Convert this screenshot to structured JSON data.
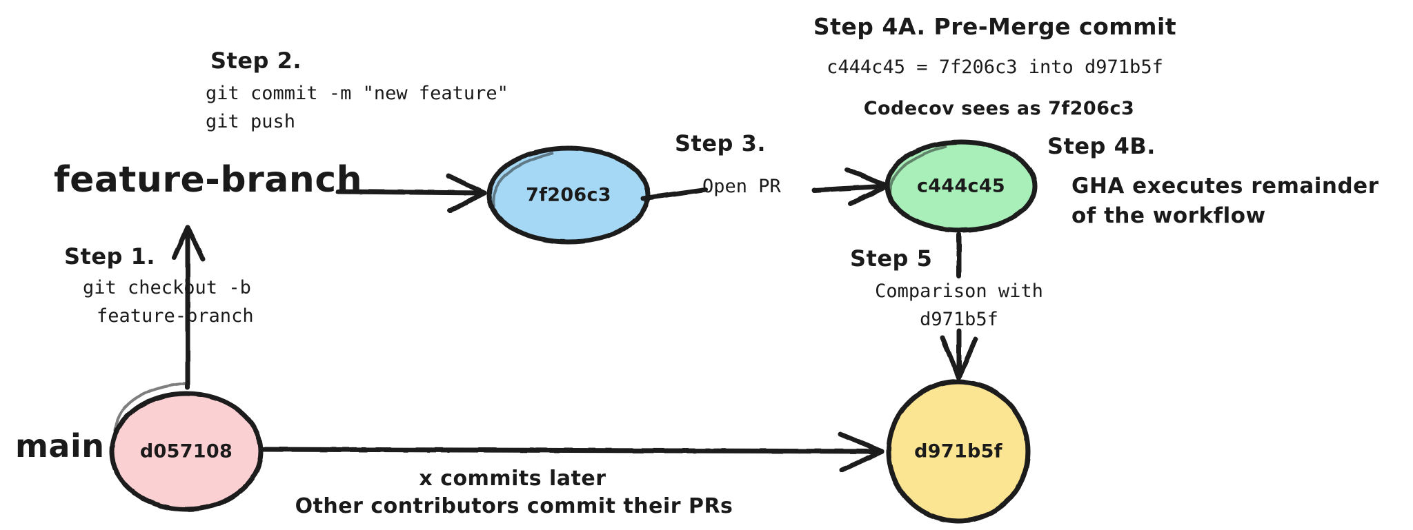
{
  "diagram": {
    "title_visible": false,
    "type": "git-branch-flow",
    "background": "#ffffff",
    "ink_color": "#1a1a1a"
  },
  "branches": {
    "feature": {
      "label": "feature-branch"
    },
    "main": {
      "label": "main"
    }
  },
  "nodes": [
    {
      "id": "d057108",
      "label": "d057108",
      "fill": "#fbd0d3",
      "stroke": "#1a1a1a",
      "shape": "ellipse",
      "branch": "main"
    },
    {
      "id": "7f206c3",
      "label": "7f206c3",
      "fill": "#a5d8f5",
      "stroke": "#1a1a1a",
      "shape": "ellipse",
      "branch": "feature"
    },
    {
      "id": "c444c45",
      "label": "c444c45",
      "fill": "#a9efb9",
      "stroke": "#1a1a1a",
      "shape": "ellipse",
      "branch": "merge"
    },
    {
      "id": "d971b5f",
      "label": "d971b5f",
      "fill": "#fbe492",
      "stroke": "#1a1a1a",
      "shape": "circle",
      "branch": "main"
    }
  ],
  "steps": [
    {
      "id": "step1",
      "heading": "Step 1.",
      "lines": [
        "git checkout -b",
        "feature-branch"
      ],
      "line_style": "mono"
    },
    {
      "id": "step2",
      "heading": "Step 2.",
      "lines": [
        "git commit -m \"new feature\"",
        "git push"
      ],
      "line_style": "mono"
    },
    {
      "id": "step3",
      "heading": "Step 3.",
      "lines": [
        "Open PR"
      ],
      "line_style": "mono"
    },
    {
      "id": "step4a",
      "heading": "Step 4A. Pre-Merge commit",
      "lines": [
        "c444c45 = 7f206c3 into d971b5f",
        "Codecov sees as 7f206c3"
      ],
      "line_style": "mixed"
    },
    {
      "id": "step4b",
      "heading": "Step 4B.",
      "lines": [
        "GHA executes remainder",
        "of the workflow"
      ],
      "line_style": "hand"
    },
    {
      "id": "step5",
      "heading": "Step 5",
      "lines": [
        "Comparison with",
        "d971b5f"
      ],
      "line_style": "mono"
    }
  ],
  "annotations": {
    "main_flow_line1": "x commits later",
    "main_flow_line2": "Other contributors commit their PRs"
  }
}
